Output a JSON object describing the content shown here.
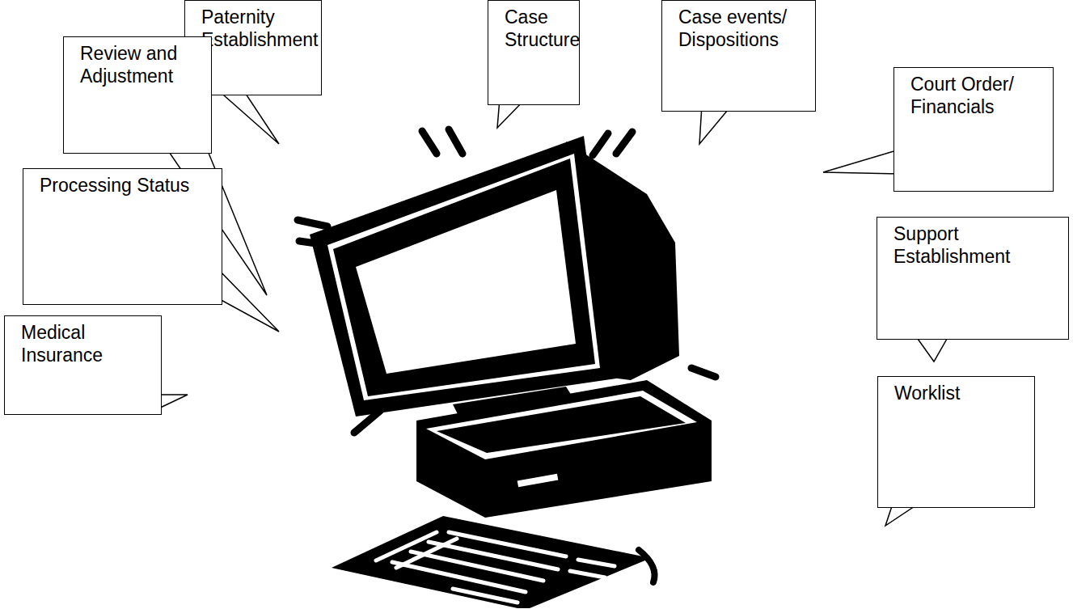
{
  "diagram": {
    "nodes": [
      {
        "text": [
          "Paternity Establishment"
        ]
      },
      {
        "text": [
          "Case Structure"
        ]
      },
      {
        "text": [
          "Case events/ Dispositions"
        ]
      },
      {
        "text": [
          "Review and Adjustment"
        ]
      },
      {
        "text": [
          "Court Order/ Financials"
        ]
      },
      {
        "text": [
          "Processing Status"
        ]
      },
      {
        "text": [
          "Support Establishment"
        ]
      },
      {
        "text": [
          "Medical Insurance"
        ]
      },
      {
        "text": [
          "Worklist"
        ]
      }
    ]
  }
}
